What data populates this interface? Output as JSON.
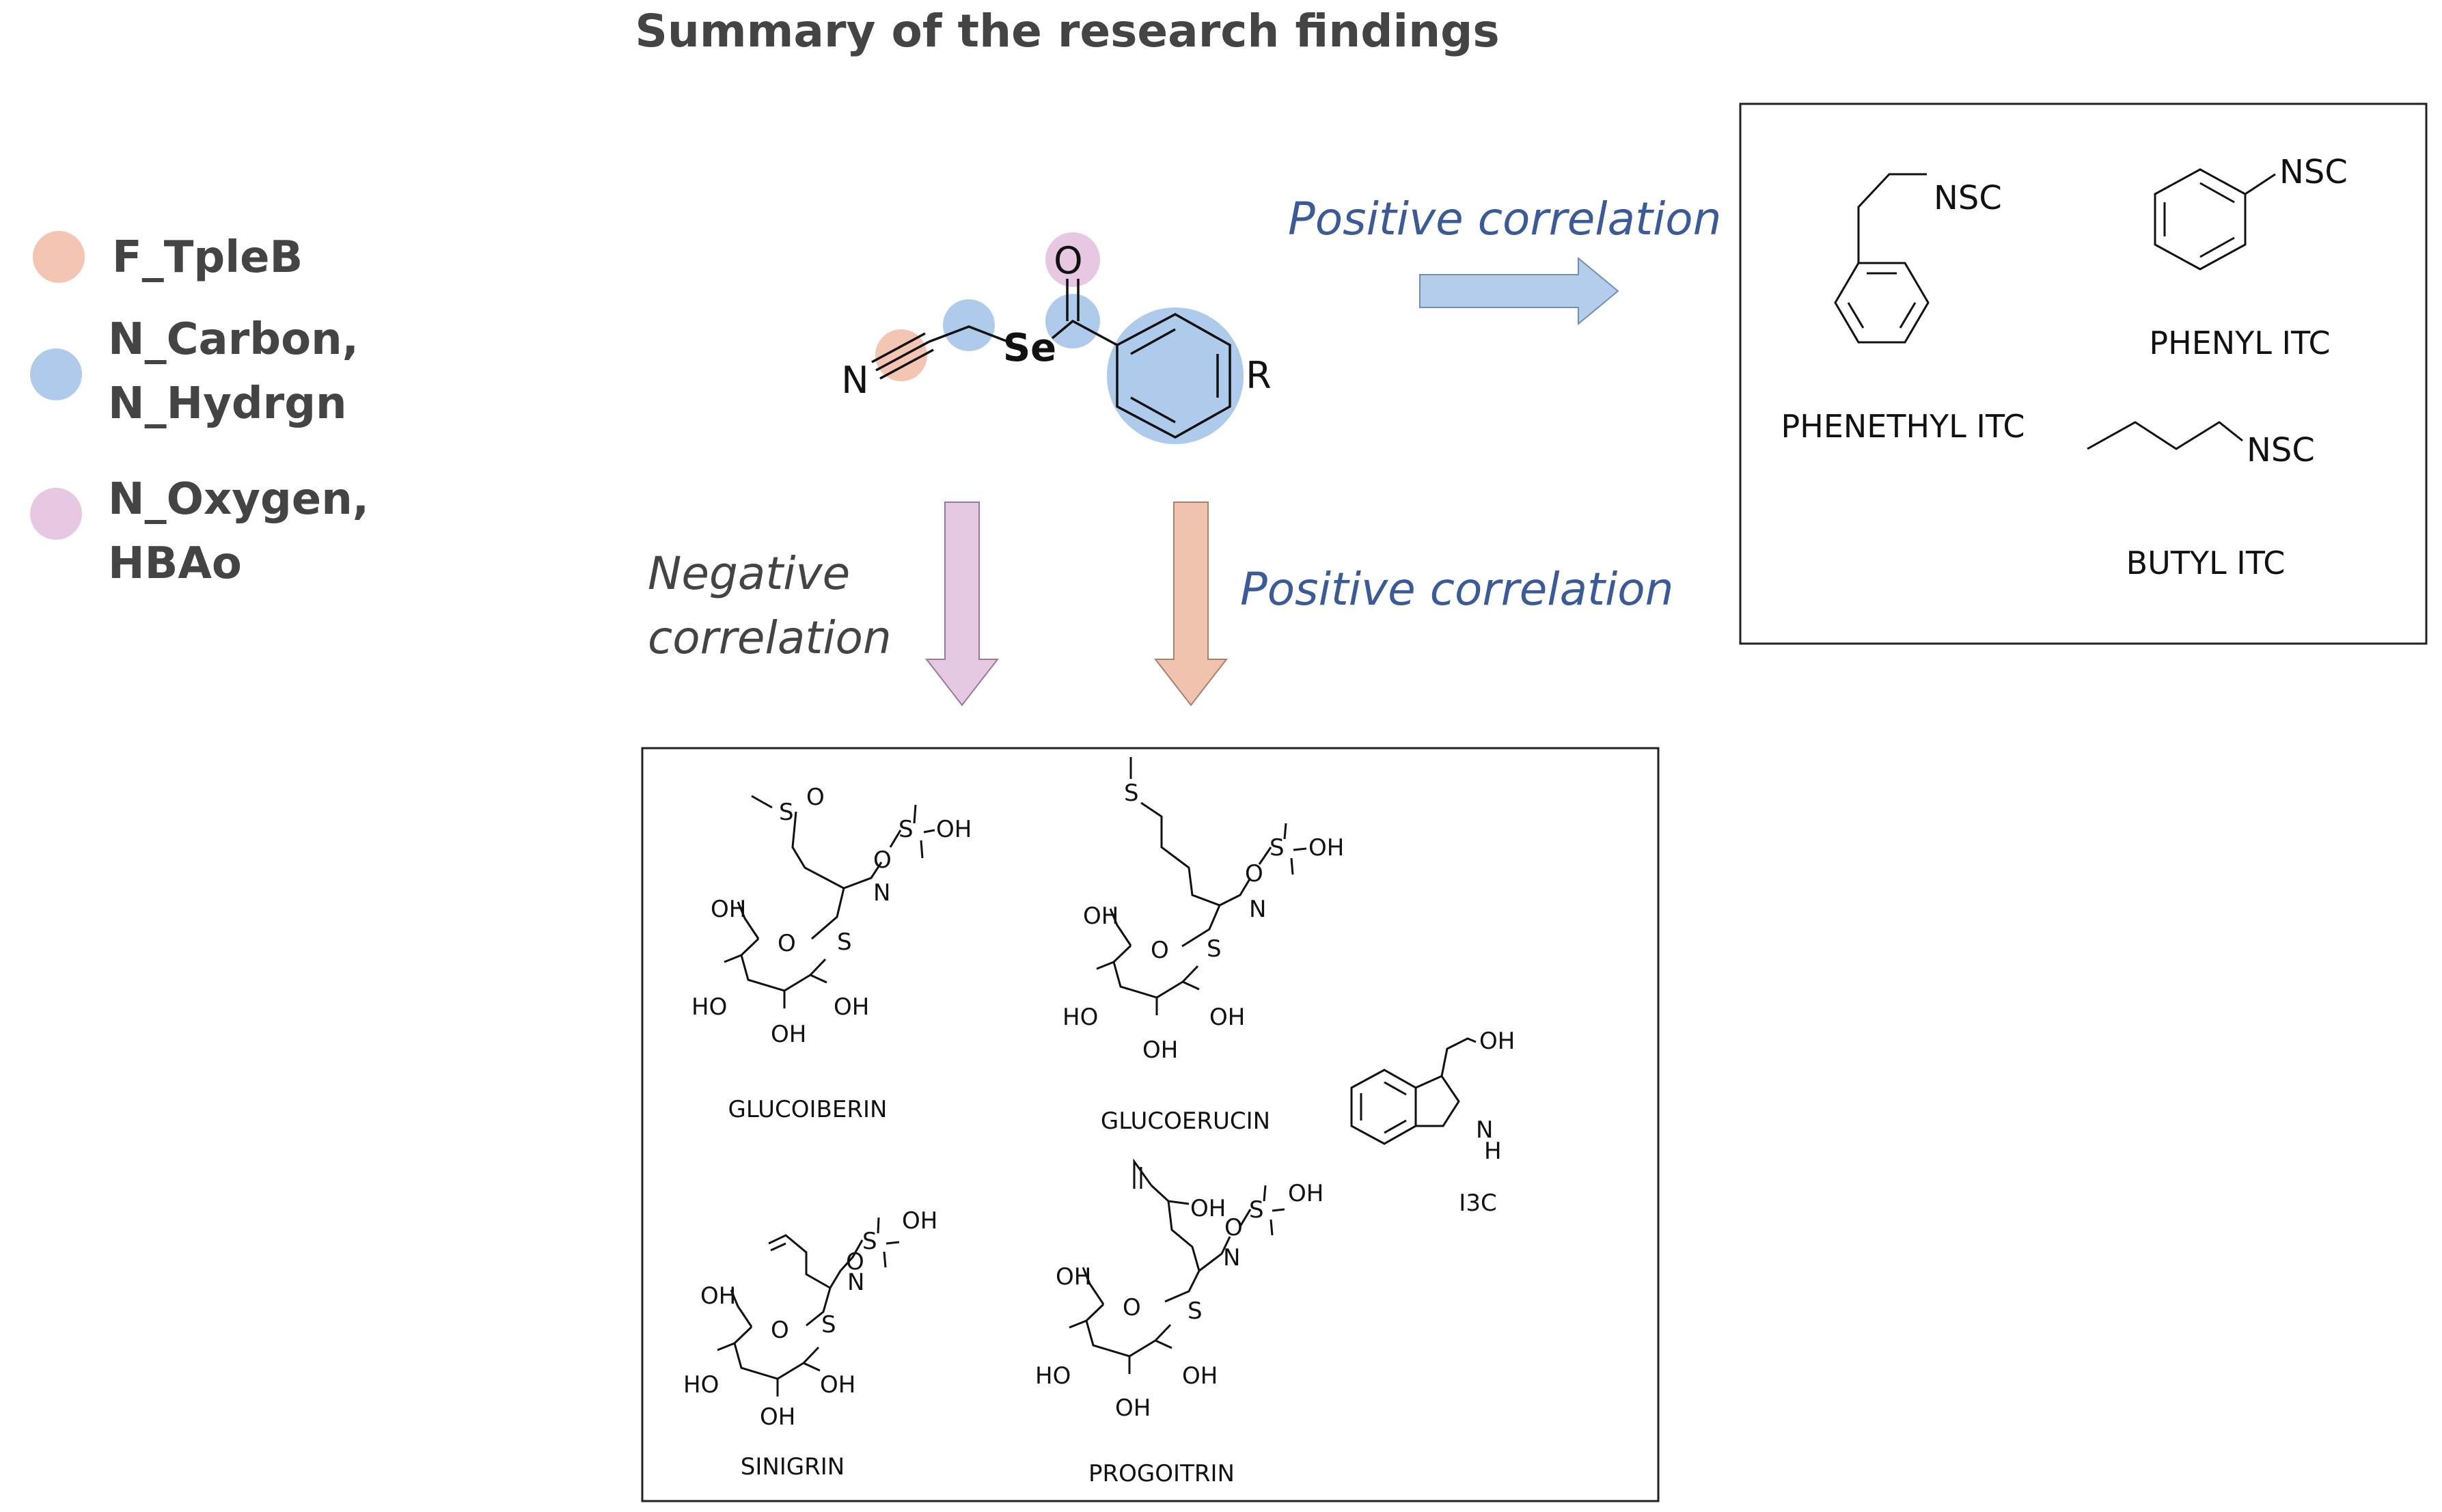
{
  "title": "Summary of the research findings",
  "legend": [
    {
      "label_lines": [
        "F_TpleB"
      ],
      "color": "#f2c6b2"
    },
    {
      "label_lines": [
        "N_Carbon,",
        "N_Hydrgn"
      ],
      "color": "#afcbec"
    },
    {
      "label_lines": [
        "N_Oxygen,",
        "HBAo"
      ],
      "color": "#e6c8e2"
    }
  ],
  "center_molecule": {
    "n": "N",
    "se": "Se",
    "o": "O",
    "r": "R"
  },
  "relations": {
    "right": "Positive correlation",
    "negative_lines": [
      "Negative",
      "correlation"
    ],
    "down_positive": "Positive correlation"
  },
  "colors": {
    "blue_arrow": "#b4cdea",
    "pink_arrow": "#e5c9e3",
    "orange_arrow": "#efc3ae",
    "relation_text": "#3b5a9a",
    "legend_text": "#444444"
  },
  "itc_box": {
    "phenethyl": {
      "name": "PHENETHYL ITC",
      "group": "NSC"
    },
    "phenyl": {
      "name": "PHENYL ITC",
      "group": "NSC"
    },
    "butyl": {
      "name": "BUTYL ITC",
      "group": "NSC"
    }
  },
  "glucosinolate_box": {
    "glucoiberin": {
      "name": "GLUCOIBERIN",
      "s": "S",
      "o": "O",
      "so3": "S",
      "oh": "OH",
      "n": "N",
      "ring_o": "O",
      "ho": "HO"
    },
    "glucoerucin": {
      "name": "GLUCOERUCIN",
      "s": "S",
      "so3": "S",
      "oh": "OH",
      "o": "O",
      "n": "N",
      "ring_o": "O",
      "ho": "HO"
    },
    "i3c": {
      "name": "I3C",
      "oh": "OH",
      "n": "N",
      "h": "H"
    },
    "sinigrin": {
      "name": "SINIGRIN",
      "so3": "S",
      "oh": "OH",
      "o": "O",
      "n": "N",
      "s": "S",
      "ring_o": "O",
      "ho": "HO"
    },
    "progoitrin": {
      "name": "PROGOITRIN",
      "so3": "S",
      "oh": "OH",
      "o": "O",
      "n": "N",
      "s": "S",
      "ring_o": "O",
      "ho": "HO"
    }
  }
}
